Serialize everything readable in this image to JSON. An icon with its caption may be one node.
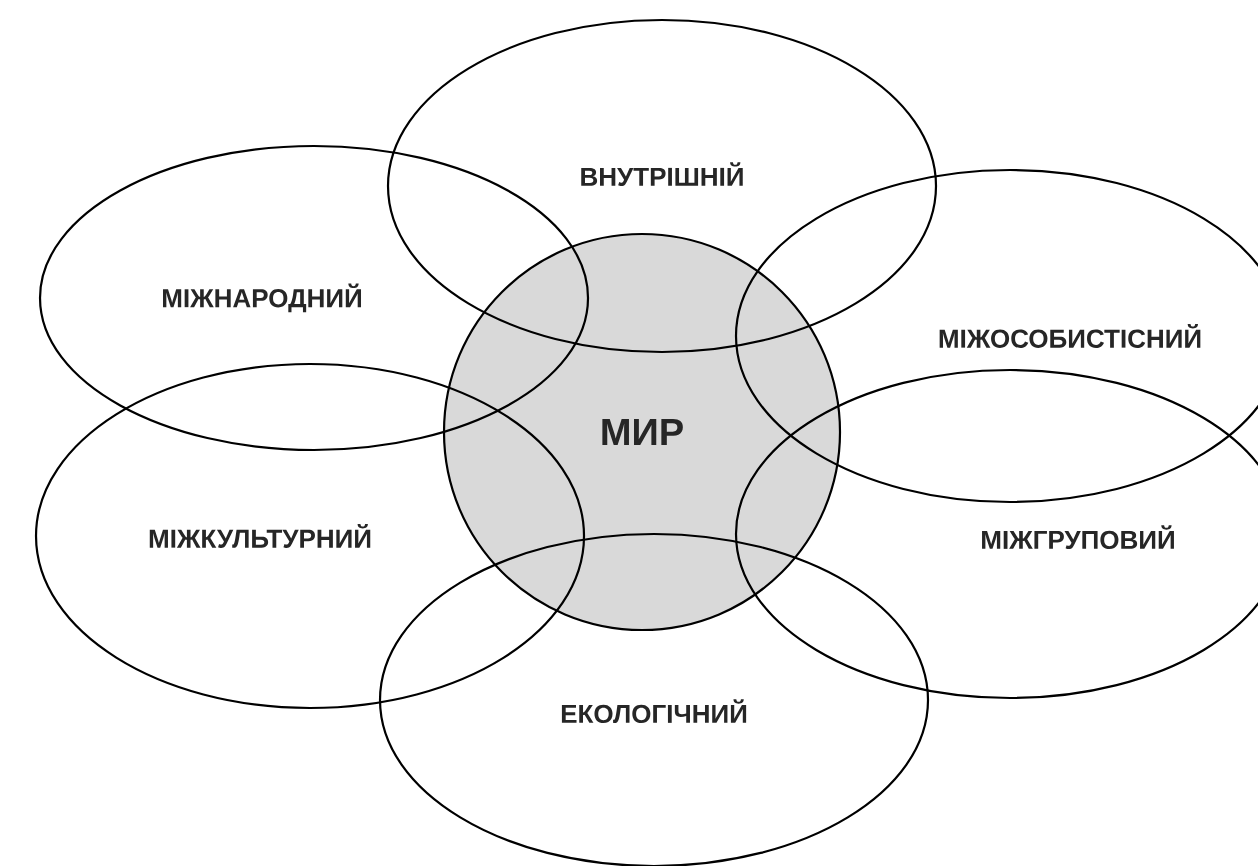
{
  "diagram": {
    "nodes": [
      {
        "text": [
          "ВНУТРІШНІЙ"
        ]
      },
      {
        "text": [
          "МІЖНАРОДНИЙ"
        ]
      },
      {
        "text": [
          "МІЖОСОБИСТІСНИЙ"
        ]
      },
      {
        "text": [
          "МИР"
        ]
      },
      {
        "text": [
          "МІЖКУЛЬТУРНИЙ"
        ]
      },
      {
        "text": [
          "МІЖГРУПОВИЙ"
        ]
      },
      {
        "text": [
          "ЕКОЛОГІЧНИЙ"
        ]
      }
    ]
  }
}
